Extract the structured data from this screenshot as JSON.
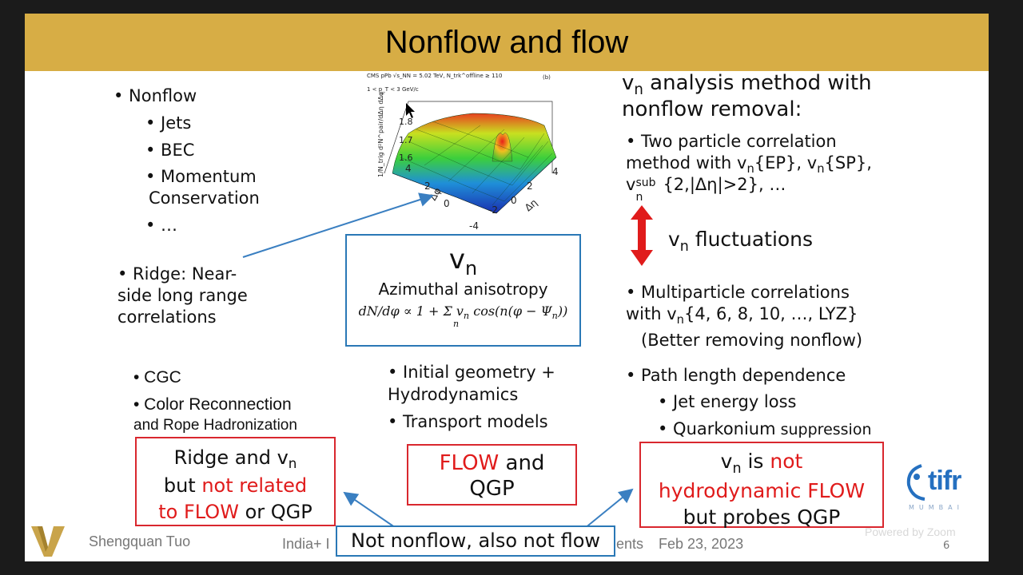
{
  "slide": {
    "title": "Nonflow and flow",
    "left": {
      "nonflow": "• Nonflow",
      "items": [
        "• Jets",
        "• BEC",
        "• Momentum",
        "Conservation",
        "• …"
      ],
      "ridge": [
        "• Ridge: Near-",
        "side long range",
        "correlations"
      ],
      "cgc": "• CGC",
      "color_reconnection": "• Color Reconnection",
      "rope": "and Rope Hadronization",
      "box": {
        "line1": "Ridge and v",
        "sub": "n",
        "line2a": "but ",
        "line2b": "not related",
        "line3a": "to FLOW",
        "line3b": " or QGP"
      }
    },
    "plot": {
      "header": "CMS pPb √s_NN = 5.02 TeV, N_trk^offline ≥ 110",
      "subheader": "1 < p_T < 3 GeV/c",
      "panel": "(b)",
      "z_ticks": [
        "1.8",
        "1.7",
        "1.6"
      ],
      "dphi_ticks": [
        "4",
        "2",
        "0"
      ],
      "deta_ticks": [
        "4",
        "2",
        "0",
        "-2",
        "-4"
      ],
      "deta_label": "Δη",
      "dphi_label": "Δφ",
      "z_label": "1/N_trig d²N^pair/dΔη dΔφ"
    },
    "center": {
      "vn": "v",
      "vn_sub": "n",
      "anisotropy": "Azimuthal anisotropy",
      "formula": "dN/dφ ∝ 1 + Σ v",
      "formula_n": "n",
      "formula_tail": " cos(n(φ − Ψ",
      "formula_psi_sub": "n",
      "formula_end": "))",
      "sum_index": "n",
      "initial": "• Initial geometry  +",
      "hydro": "Hydrodynamics",
      "transport": "• Transport models",
      "box_a": "FLOW",
      "box_b": " and",
      "box_c": "QGP"
    },
    "right": {
      "heading1a": "v",
      "heading1_sub": "n",
      "heading1b": " analysis method with",
      "heading2": "nonflow removal:",
      "two_particle": "• Two particle correlation",
      "method_a": "method with v",
      "method_b": "{EP}, v",
      "method_c": "{SP},",
      "sub_line_a": "v",
      "sub_line_sup": "sub",
      "sub_line_b": "{2,|Δη|>2}, …",
      "fluct_a": "v",
      "fluct_b": " fluctuations",
      "multi": "• Multiparticle correlations",
      "with_a": "with v",
      "with_b": "{4, 6, 8, 10, …, LYZ}",
      "better": "(Better removing nonflow)",
      "path": "• Path length dependence",
      "jet": "• Jet energy loss",
      "quark_a": "• Quarkonium",
      "quark_b": " suppression",
      "box_a": "v",
      "box_b": " is ",
      "box_c": "not",
      "box_d": "hydrodynamic FLOW",
      "box_e": "but probes QGP"
    },
    "bottom_box": "Not nonflow, also not flow",
    "footer": {
      "name": "Shengquan Tuo",
      "event_a": "India+ I",
      "event_b": "ents",
      "date": "Feb 23, 2023",
      "page": "6",
      "logo_text": "tifr",
      "logo_sub": "MUMBAI"
    },
    "overlay": "Powered by Zoom"
  },
  "colors": {
    "title_bar": "#d7ad45",
    "red": "#e01b1b",
    "box_red": "#d9272e",
    "box_blue": "#2a78b6",
    "arrow_blue": "#3a7fc1"
  }
}
